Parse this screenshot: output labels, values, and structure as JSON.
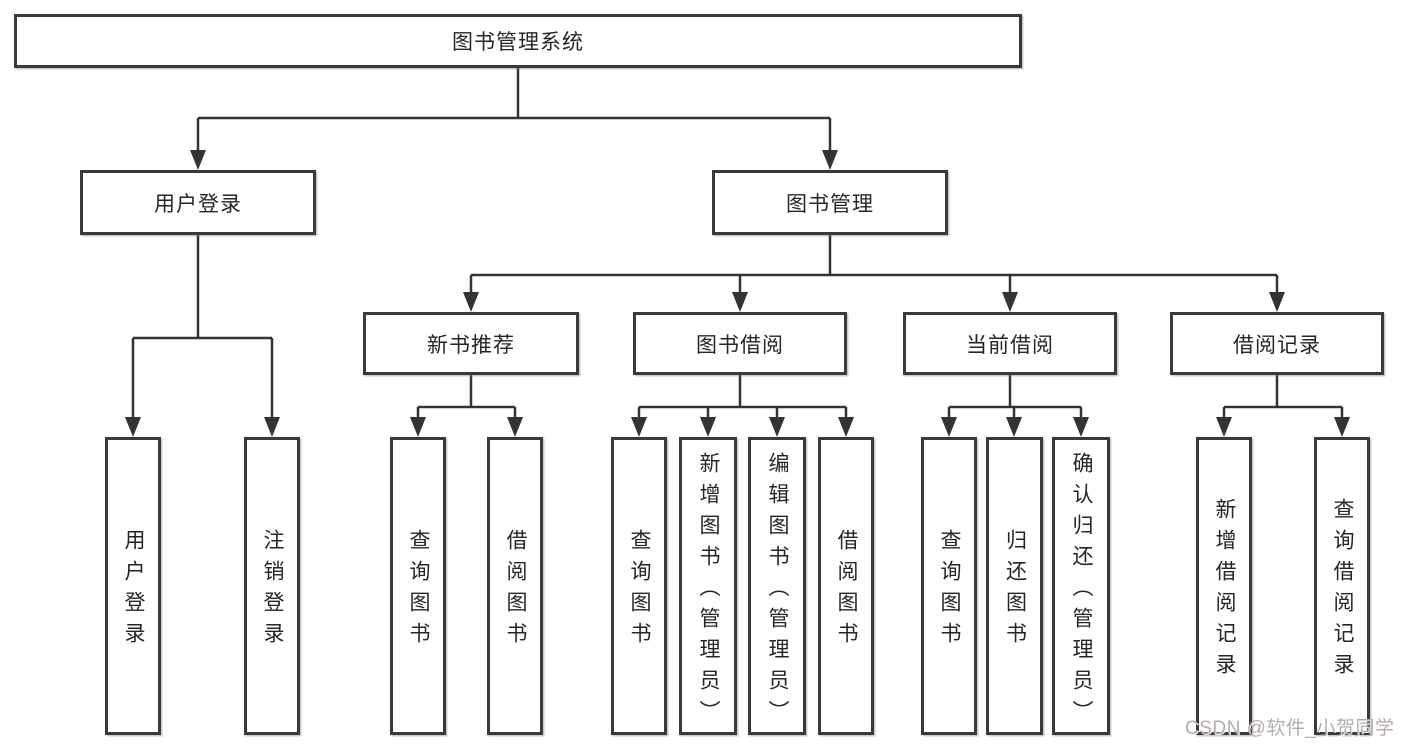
{
  "diagram": {
    "root": {
      "label": "图书管理系统"
    },
    "branches": [
      {
        "label": "用户登录",
        "children": [
          {
            "label": "用户登录"
          },
          {
            "label": "注销登录"
          }
        ]
      },
      {
        "label": "图书管理",
        "children": [
          {
            "label": "新书推荐",
            "children": [
              {
                "label": "查询图书"
              },
              {
                "label": "借阅图书"
              }
            ]
          },
          {
            "label": "图书借阅",
            "children": [
              {
                "label": "查询图书"
              },
              {
                "label": "新增图书（管理员）"
              },
              {
                "label": "编辑图书（管理员）"
              },
              {
                "label": "借阅图书"
              }
            ]
          },
          {
            "label": "当前借阅",
            "children": [
              {
                "label": "查询图书"
              },
              {
                "label": "归还图书"
              },
              {
                "label": "确认归还（管理员）"
              }
            ]
          },
          {
            "label": "借阅记录",
            "children": [
              {
                "label": "新增借阅记录"
              },
              {
                "label": "查询借阅记录"
              }
            ]
          }
        ]
      }
    ]
  },
  "watermark": {
    "text": "CSDN @软件_小贺同学"
  },
  "colors": {
    "line": "#333333",
    "box_border": "#3a3a3a",
    "text": "#262626",
    "watermark": "#b3abad",
    "background": "#ffffff"
  }
}
